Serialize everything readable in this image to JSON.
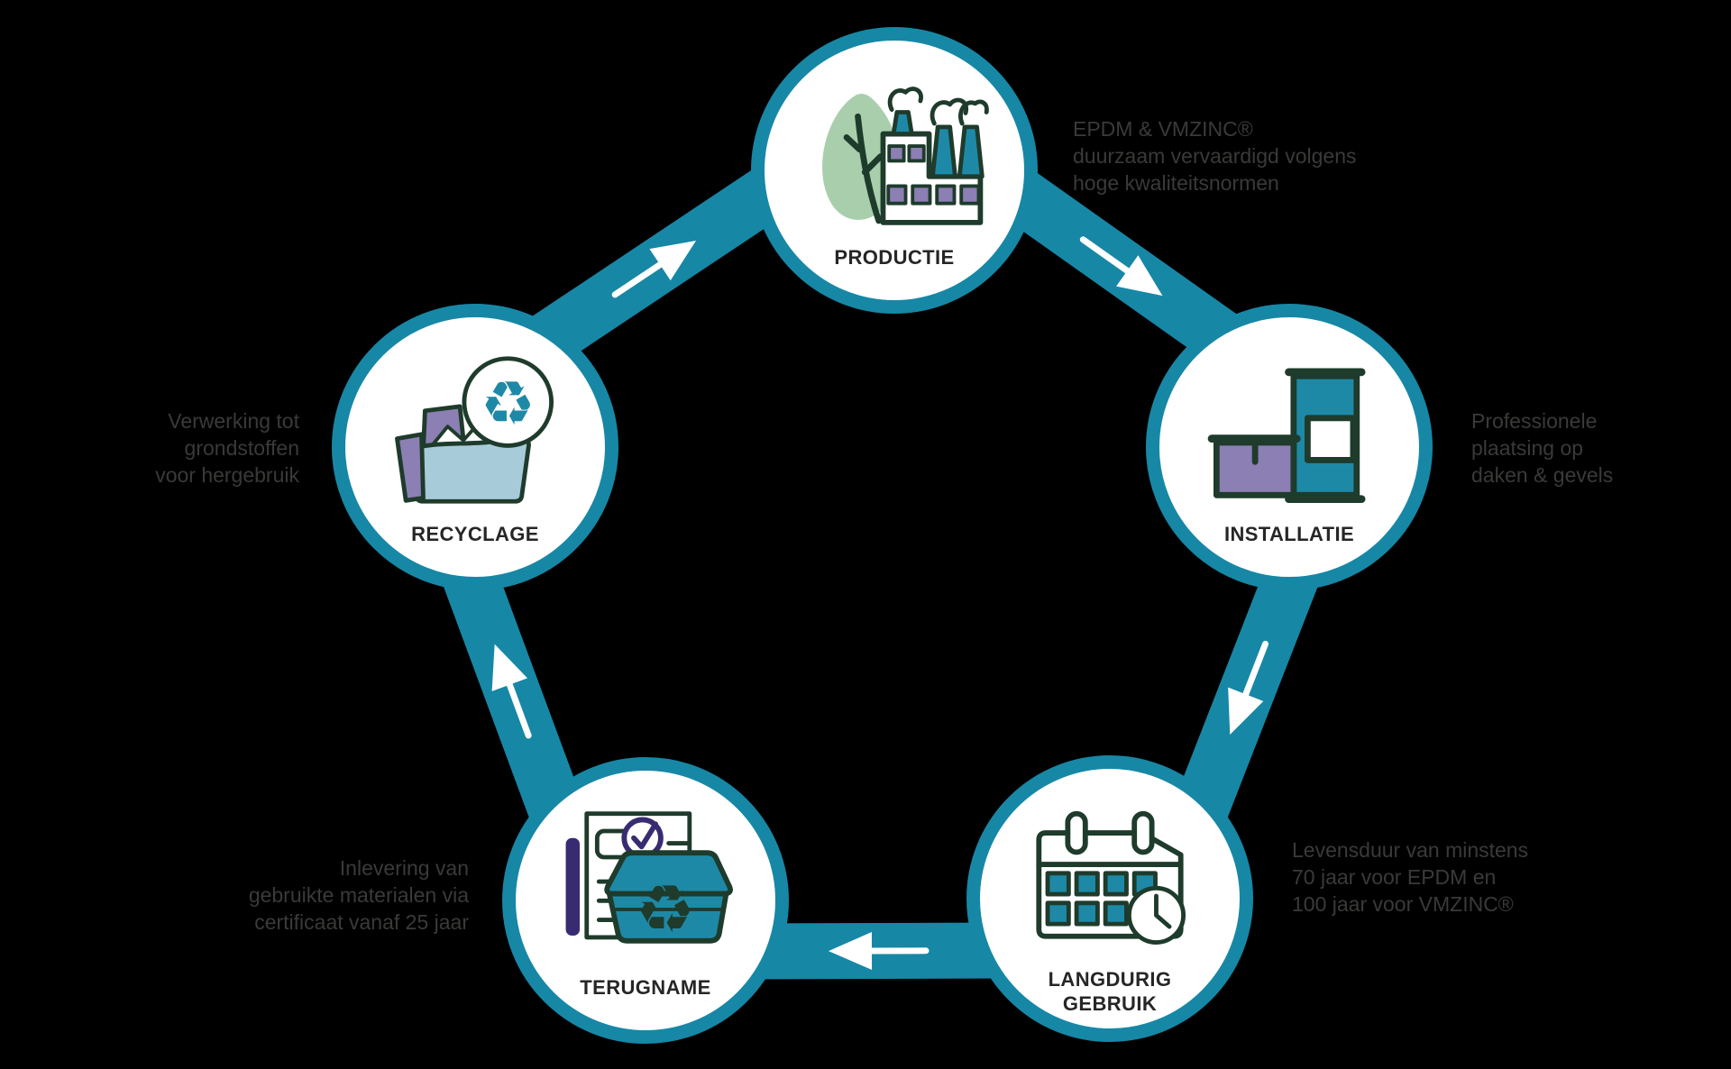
{
  "colors": {
    "background": "#000000",
    "teal": "#1787A6",
    "teal-icon": "#1E89A6",
    "outline": "#1E3B2B",
    "purple": "#8C7FB3",
    "purple-dark": "#392B72",
    "blue-light": "#A7CBD9",
    "green-leaf": "#A9CEAC",
    "label-text": "#262626",
    "annotation-text": "#3A3A39",
    "arrow": "#FFFFFF"
  },
  "flow": {
    "direction": "clockwise",
    "sequence": [
      "PRODUCTIE",
      "INSTALLATIE",
      "LANGDURIG GEBRUIK",
      "TERUGNAME",
      "RECYCLAGE"
    ]
  },
  "nodes": [
    {
      "label": "PRODUCTIE",
      "icon": "factory-leaf-icon",
      "annotation": [
        "EPDM & VMZINC®",
        "duurzaam vervaardigd volgens",
        "hoge kwaliteitsnormen"
      ]
    },
    {
      "label": "INSTALLATIE",
      "icon": "buildings-icon",
      "annotation": [
        "Professionele",
        "plaatsing op",
        "daken & gevels"
      ]
    },
    {
      "label": "LANGDURIG GEBRUIK",
      "label_lines": [
        "LANGDURIG",
        "GEBRUIK"
      ],
      "icon": "calendar-clock-icon",
      "annotation": [
        "Levensduur van minstens",
        "70 jaar voor EPDM en",
        "100 jaar voor VMZINC®"
      ]
    },
    {
      "label": "TERUGNAME",
      "icon": "certificate-return-container-icon",
      "annotation": [
        "Inlevering van",
        "gebruikte materialen via",
        "certificaat vanaf 25 jaar"
      ]
    },
    {
      "label": "RECYCLAGE",
      "icon": "recycling-skip-icon",
      "annotation": [
        "Verwerking tot",
        "grondstoffen",
        "voor hergebruik"
      ]
    }
  ]
}
